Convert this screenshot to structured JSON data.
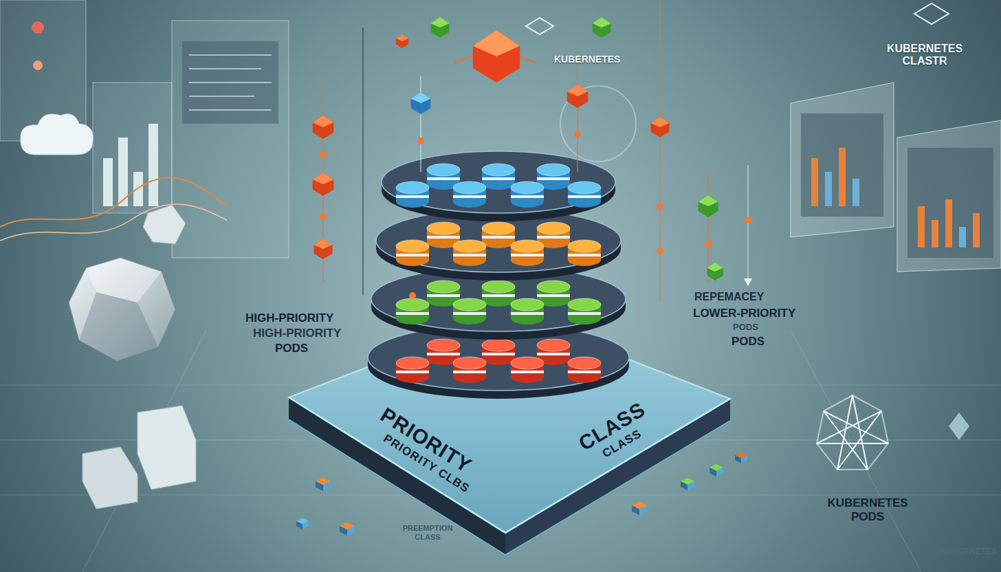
{
  "diagram": {
    "nodes": [
      {
        "text": [
          "PRIORITY",
          "PRIORITY CLBS",
          "CLASS",
          "CLASS"
        ]
      }
    ],
    "labels": [
      "KUBERNETES",
      "KUBERNETES CLASTR",
      "HIGH-PRIORITY",
      "HIGH-PRIORITY",
      "PODS",
      "REPEMACEY",
      "LOWER-PRIORITY",
      "PODS",
      "PODS",
      "PREEMPTION CLASS",
      "KUBERNETES PODS",
      "KUBERNETES"
    ]
  }
}
